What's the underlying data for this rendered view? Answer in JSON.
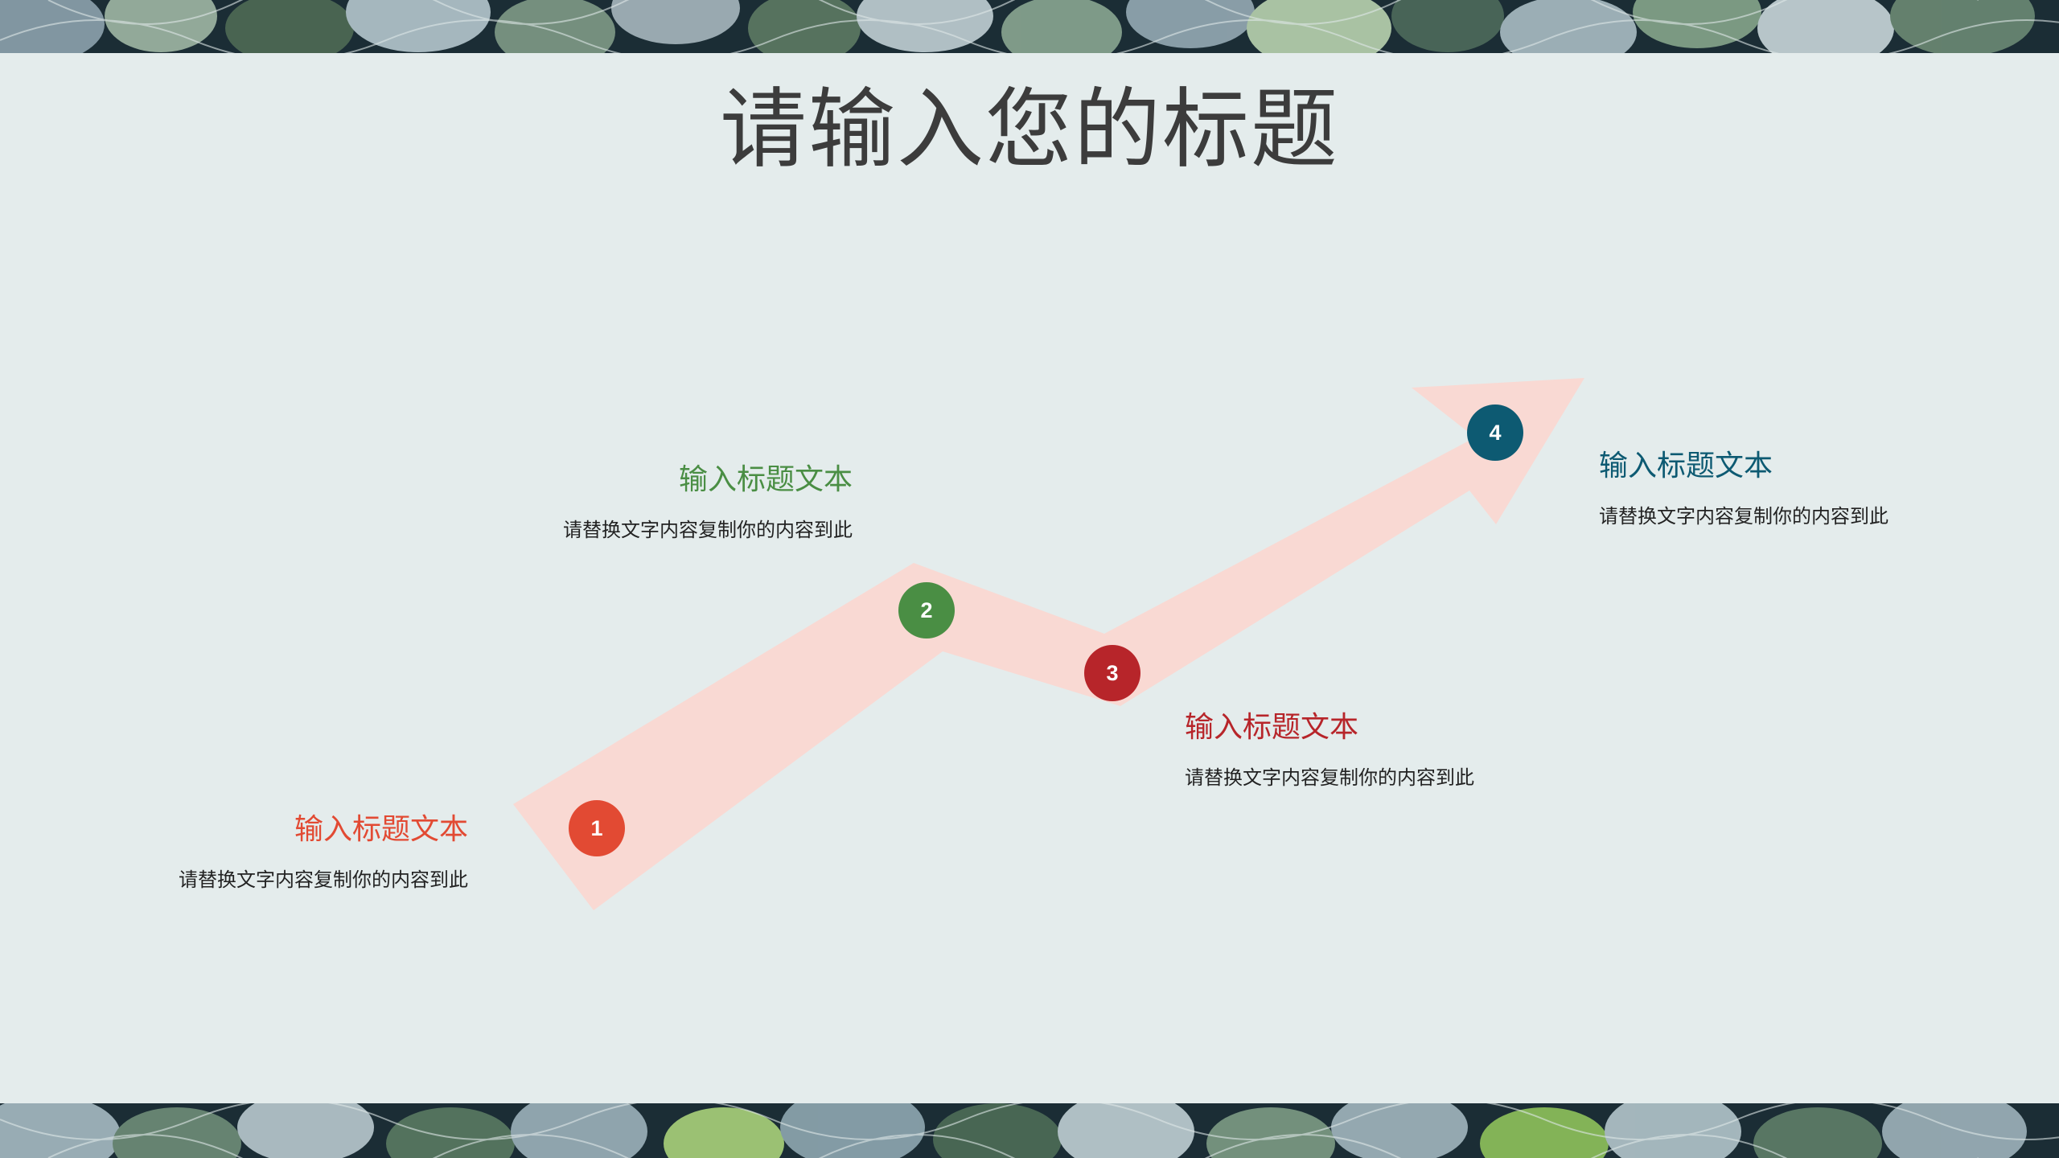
{
  "title": "请输入您的标题",
  "colors": {
    "background": "#e4ecec",
    "arrow": "#f9d9d3",
    "step1": "#e24a33",
    "step2": "#4a8e44",
    "step3": "#b7252a",
    "step4": "#0d5a72",
    "pattern_dark": "#1b2d35"
  },
  "steps": [
    {
      "number": "1",
      "heading": "输入标题文本",
      "body": "请替换文字内容复制你的内容到此"
    },
    {
      "number": "2",
      "heading": "输入标题文本",
      "body": "请替换文字内容复制你的内容到此"
    },
    {
      "number": "3",
      "heading": "输入标题文本",
      "body": "请替换文字内容复制你的内容到此"
    },
    {
      "number": "4",
      "heading": "输入标题文本",
      "body": "请替换文字内容复制你的内容到此"
    }
  ]
}
